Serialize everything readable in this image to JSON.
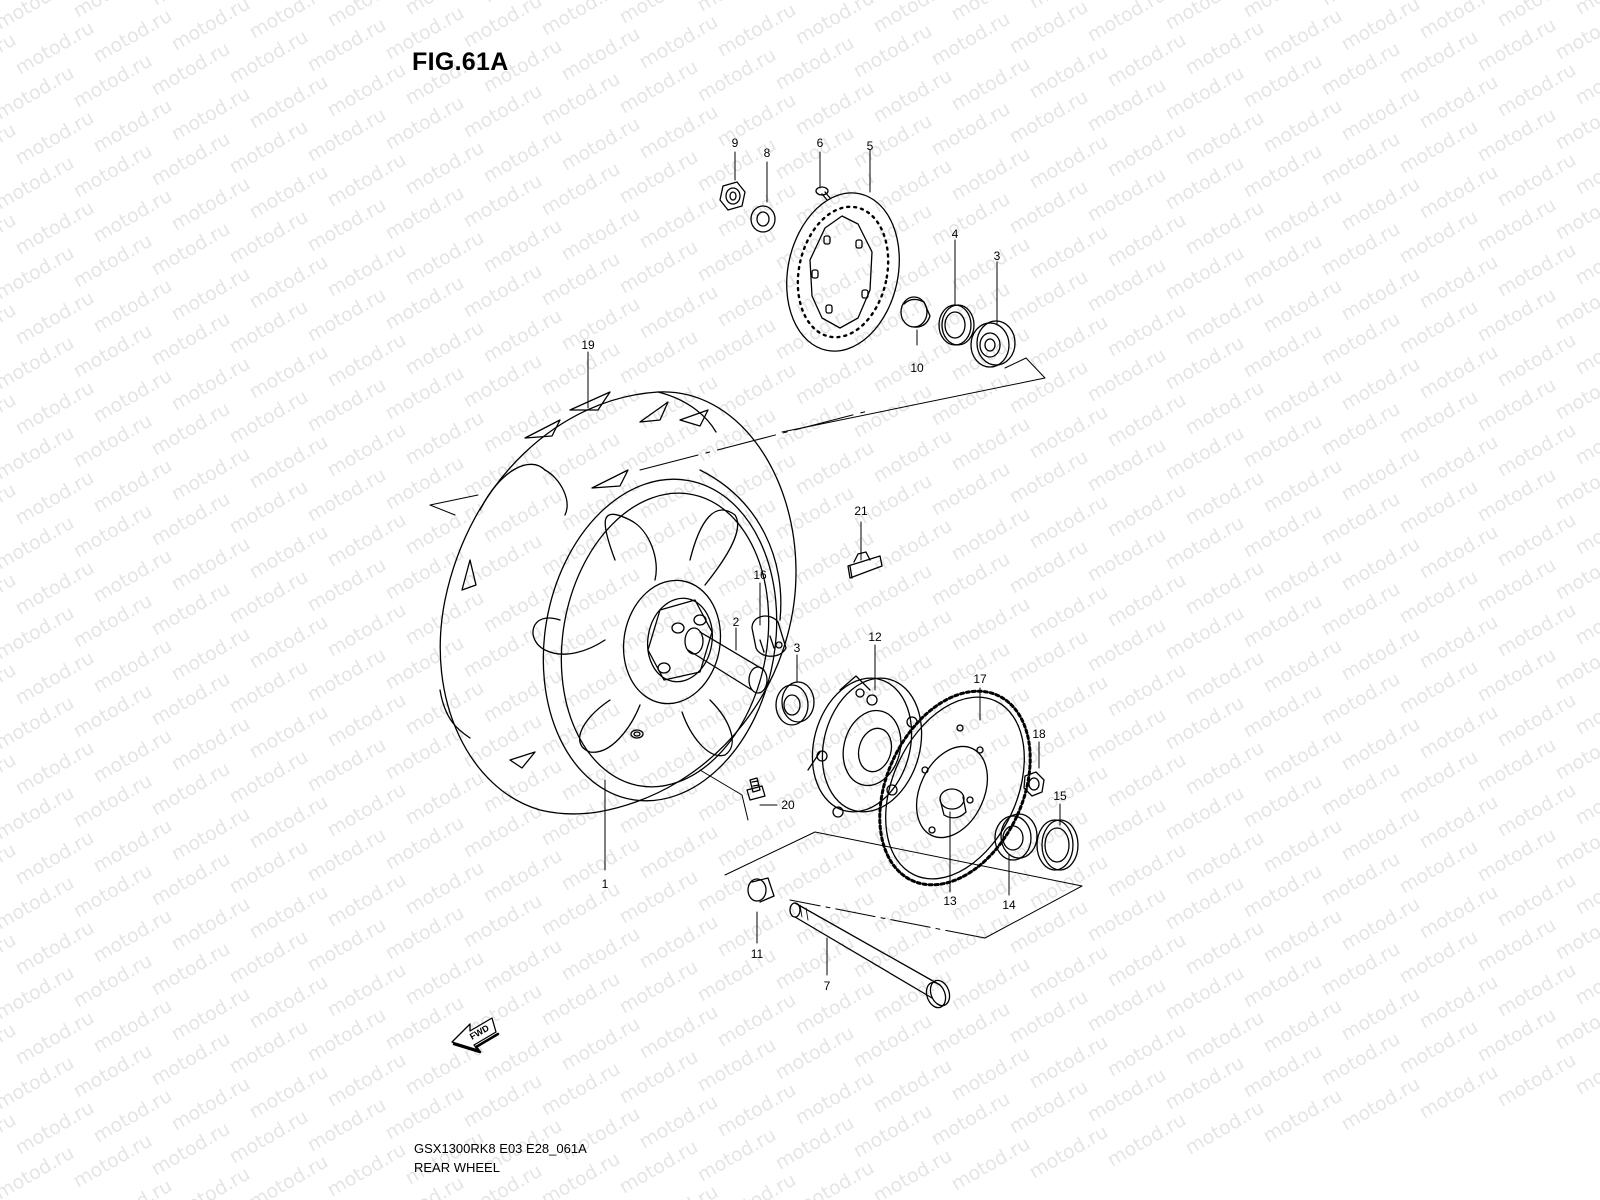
{
  "figure": {
    "title": "FIG.61A",
    "model_code": "GSX1300RK8 E03 E28_061A",
    "assembly_name": "REAR WHEEL"
  },
  "watermark": {
    "text": "motod.ru"
  },
  "direction_arrow": {
    "label": "FWD",
    "icon": "fwd-arrow-icon"
  },
  "callouts": [
    {
      "id": "9",
      "part": "nut"
    },
    {
      "id": "8",
      "part": "washer"
    },
    {
      "id": "6",
      "part": "disc-bolt"
    },
    {
      "id": "5",
      "part": "brake-disc"
    },
    {
      "id": "4",
      "part": "oil-seal"
    },
    {
      "id": "3",
      "part": "bearing-left"
    },
    {
      "id": "10",
      "part": "spacer"
    },
    {
      "id": "19",
      "part": "tire"
    },
    {
      "id": "21",
      "part": "balancer-weight"
    },
    {
      "id": "16",
      "part": "cushion"
    },
    {
      "id": "2",
      "part": "center-spacer"
    },
    {
      "id": "3",
      "part": "bearing-right"
    },
    {
      "id": "12",
      "part": "sprocket-drum"
    },
    {
      "id": "17",
      "part": "sprocket"
    },
    {
      "id": "18",
      "part": "sprocket-nut"
    },
    {
      "id": "15",
      "part": "dust-seal"
    },
    {
      "id": "20",
      "part": "valve"
    },
    {
      "id": "1",
      "part": "wheel"
    },
    {
      "id": "13",
      "part": "drum-spacer"
    },
    {
      "id": "14",
      "part": "drum-bearing"
    },
    {
      "id": "11",
      "part": "axle-spacer"
    },
    {
      "id": "7",
      "part": "axle"
    }
  ]
}
